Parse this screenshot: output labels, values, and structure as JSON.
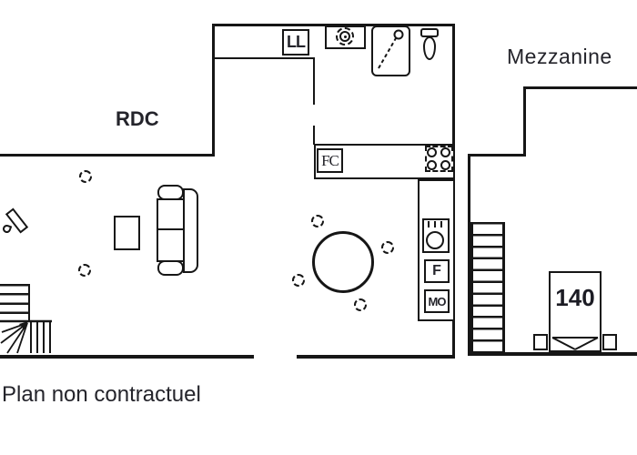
{
  "colors": {
    "line": "#161616",
    "text": "#24242b",
    "background": "#ffffff"
  },
  "floor_labels": {
    "ground_floor": "RDC",
    "mezzanine": "Mezzanine"
  },
  "appliances": {
    "washing_machine": "LL",
    "fridge_freezer": "FC",
    "fridge": "F",
    "microwave": "MO"
  },
  "bedroom": {
    "bed_width": "140"
  },
  "footer": {
    "disclaimer": "Plan non contractuel"
  },
  "symbols": [
    "washbasin-icon",
    "shower-icon",
    "toilet-icon",
    "stove-icon",
    "kitchen-sink-icon",
    "sofa-icon",
    "coffee-table-icon",
    "dining-table-icon",
    "spotlight-icon",
    "tv-icon",
    "winder-staircase-icon",
    "mezzanine-ladder-icon",
    "bed-icon",
    "nightstand-icon"
  ]
}
